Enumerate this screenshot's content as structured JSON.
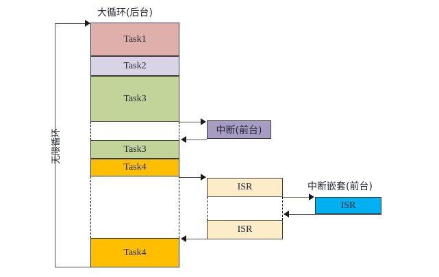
{
  "diagram": {
    "title_main": "大循环(后台)",
    "title_nested": "中断嵌套(前台)",
    "loop_label": "无限循环",
    "footer_note": "",
    "colors": {
      "task1": "#dfb0ab",
      "task2": "#d9d3e6",
      "task3": "#c3d49b",
      "task4": "#ffbf00",
      "interrupt": "#a79cc2",
      "isr": "#fdecc8",
      "isr_nested": "#00b0f0",
      "stroke": "#3a3a3a"
    },
    "main_column": [
      {
        "name": "task1",
        "label": "Task1",
        "fill": "#dfb0ab"
      },
      {
        "name": "task2",
        "label": "Task2",
        "fill": "#d9d3e6"
      },
      {
        "name": "task3-first",
        "label": "Task3",
        "fill": "#c3d49b"
      },
      {
        "name": "task3-resume",
        "label": "Task3",
        "fill": "#c3d49b"
      },
      {
        "name": "task4-first",
        "label": "Task4",
        "fill": "#ffbf00"
      },
      {
        "name": "task4-resume",
        "label": "Task4",
        "fill": "#ffbf00"
      }
    ],
    "interrupt_box": {
      "label": "中断(前台)",
      "fill": "#a79cc2"
    },
    "isr_boxes": [
      {
        "label": "ISR",
        "fill": "#fdecc8"
      },
      {
        "label": "ISR",
        "fill": "#fdecc8"
      }
    ],
    "isr_nested_box": {
      "label": "ISR",
      "fill": "#00b0f0"
    }
  }
}
